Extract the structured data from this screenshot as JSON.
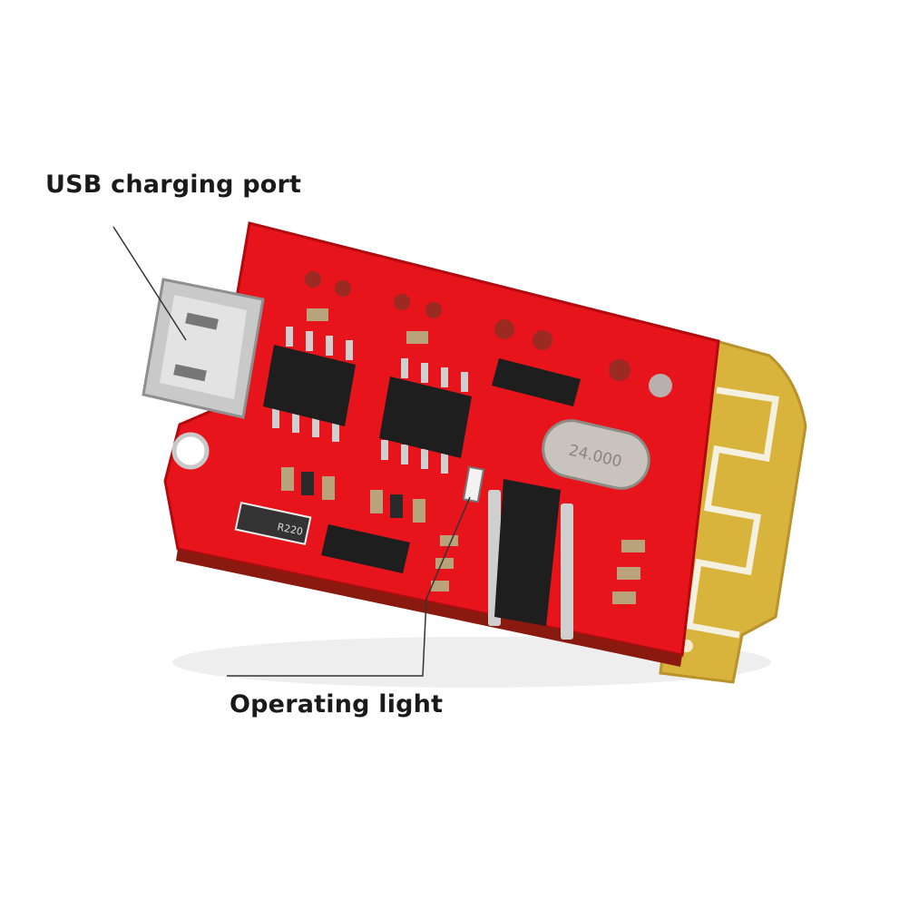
{
  "annotations": {
    "usb_port": "USB charging port",
    "operating_light": "Operating light"
  },
  "board": {
    "crystal_marking": "24.000",
    "resistor_marking": "R220",
    "colors": {
      "pcb": "#e8141c",
      "antenna": "#d8b43a",
      "chip": "#1c1c1c",
      "silkscreen": "#f4f4f4"
    }
  }
}
